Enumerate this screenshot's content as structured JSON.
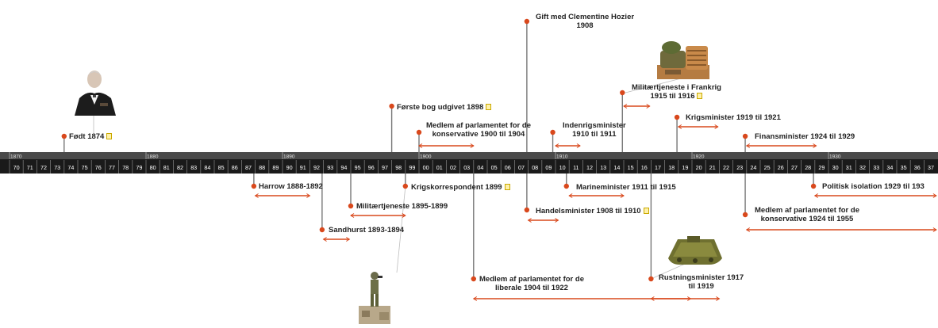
{
  "decade_labels": [
    "1870",
    "1880",
    "1890",
    "1900",
    "1910",
    "1920",
    "1930"
  ],
  "year_ticks": [
    "70",
    "71",
    "72",
    "73",
    "74",
    "75",
    "76",
    "77",
    "78",
    "79",
    "80",
    "81",
    "82",
    "83",
    "84",
    "85",
    "86",
    "87",
    "88",
    "89",
    "90",
    "91",
    "92",
    "93",
    "94",
    "95",
    "96",
    "97",
    "98",
    "99",
    "00",
    "01",
    "02",
    "03",
    "04",
    "05",
    "06",
    "07",
    "08",
    "09",
    "10",
    "11",
    "12",
    "13",
    "14",
    "15",
    "16",
    "17",
    "18",
    "19",
    "20",
    "21",
    "22",
    "23",
    "24",
    "25",
    "26",
    "27",
    "28",
    "29",
    "30",
    "31",
    "32",
    "33",
    "34",
    "35",
    "36",
    "37"
  ],
  "colors": {
    "accent": "#d9481c",
    "stem": "#777777",
    "band": "#1a1a1a",
    "decade_band": "#4a4a4a"
  },
  "events": [
    {
      "id": "birth",
      "label": "Født 1874",
      "note": true
    },
    {
      "id": "harrow",
      "label": "Harrow 1888-1892",
      "note": false
    },
    {
      "id": "sandhurst",
      "label": "Sandhurst 1893-1894",
      "note": false
    },
    {
      "id": "military1",
      "label": "Militærtjeneste 1895-1899",
      "note": false
    },
    {
      "id": "first-book",
      "label": "Første bog udgivet 1898",
      "note": true
    },
    {
      "id": "war-correspondent",
      "label": "Krigskorrespondent 1899",
      "note": true
    },
    {
      "id": "mp-conservative",
      "label": "Medlem af parlamentet for de\nkonservative 1900 til 1904",
      "note": false
    },
    {
      "id": "mp-liberal",
      "label": "Medlem af parlamentet for de\nliberale 1904 til 1922",
      "note": false
    },
    {
      "id": "married",
      "label": "Gift med Clementine Hozier\n1908",
      "note": false
    },
    {
      "id": "trade-minister",
      "label": "Handelsminister 1908 til 1910",
      "note": true
    },
    {
      "id": "home-secretary",
      "label": "Indenrigsminister\n1910 til 1911",
      "note": false
    },
    {
      "id": "naval-minister",
      "label": "Marineminister 1911 til 1915",
      "note": false
    },
    {
      "id": "france-service",
      "label": "Militærtjeneste i Frankrig\n1915 til 1916",
      "note": true
    },
    {
      "id": "munitions",
      "label": "Rustningsminister 1917\ntil 1919",
      "note": false
    },
    {
      "id": "war-minister",
      "label": "Krigsminister 1919 til 1921",
      "note": false
    },
    {
      "id": "chancellor",
      "label": "Finansminister 1924 til 1929",
      "note": false
    },
    {
      "id": "mp-conservative-2",
      "label": "Medlem af parlamentet for de\nkonservative 1924 til 1955",
      "note": false
    },
    {
      "id": "isolation",
      "label": "Politisk isolation 1929 til 193",
      "note": false
    }
  ],
  "images": [
    {
      "id": "portrait",
      "icon": "churchill-portrait-photo"
    },
    {
      "id": "soldier",
      "icon": "soldier-figure-photo"
    },
    {
      "id": "trench",
      "icon": "sandbag-trench-photo"
    },
    {
      "id": "tank",
      "icon": "ww1-tank-photo"
    }
  ]
}
